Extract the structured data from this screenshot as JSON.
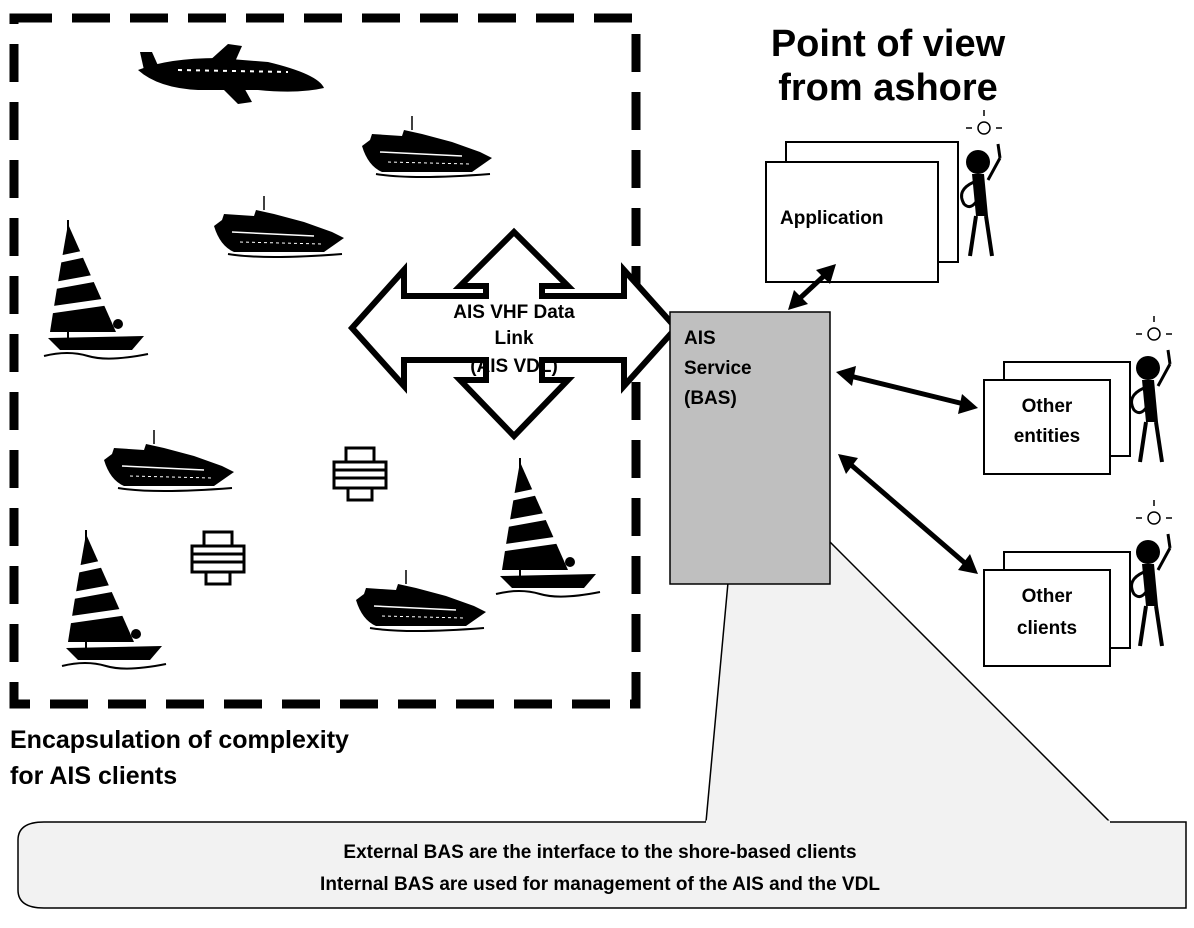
{
  "heading": {
    "line1": "Point of view",
    "line2": "from ashore"
  },
  "encapsulation": {
    "line1": "Encapsulation of complexity",
    "line2": "for AIS clients"
  },
  "vdl": {
    "line1": "AIS VHF Data",
    "line2": "Link",
    "line3": "(AIS VDL)"
  },
  "service": {
    "line1": "AIS",
    "line2": "Service",
    "line3": "(BAS)"
  },
  "application": {
    "label": "Application"
  },
  "other_entities": {
    "line1": "Other",
    "line2": "entities"
  },
  "other_clients": {
    "line1": "Other",
    "line2": "clients"
  },
  "callout": {
    "line1": "External BAS are the interface to the shore-based clients",
    "line2": "Internal BAS are used for management of the AIS and the VDL"
  },
  "icons": [
    "airplane-icon",
    "ship-icon",
    "sailboat-icon",
    "buoy-icon",
    "person-idea-icon"
  ],
  "colors": {
    "service_fill": "#bfbfbf",
    "callout_fill": "#f2f2f2",
    "ink": "#000000"
  }
}
